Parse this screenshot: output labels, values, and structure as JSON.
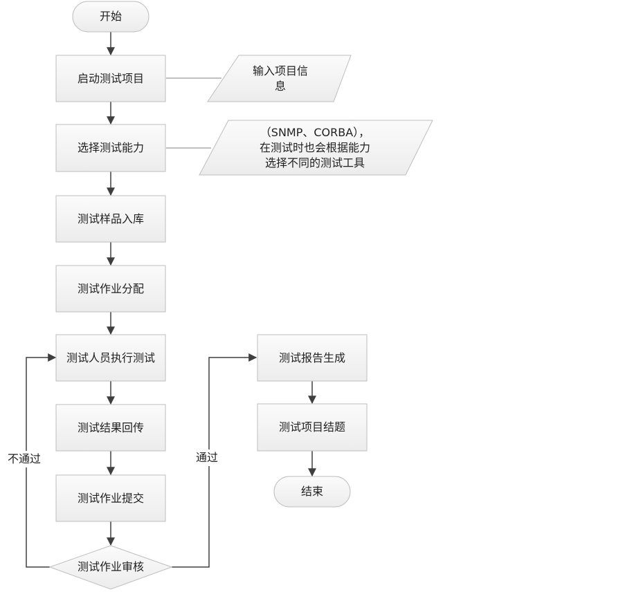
{
  "nodes": {
    "start": "开始",
    "launch_project": "启动测试项目",
    "select_capability": "选择测试能力",
    "sample_storage": "测试样品入库",
    "job_assignment": "测试作业分配",
    "execute_test": "测试人员执行测试",
    "result_return": "测试结果回传",
    "job_submit": "测试作业提交",
    "job_review": "测试作业审核",
    "report_generate": "测试报告生成",
    "project_close": "测试项目结题",
    "end": "结束"
  },
  "notes": {
    "input_info": "输入项目信\n息",
    "capability_note": "（SNMP、CORBA），\n在测试时也会根据能力\n选择不同的测试工具"
  },
  "edges": {
    "fail": "不通过",
    "pass": "通过"
  }
}
